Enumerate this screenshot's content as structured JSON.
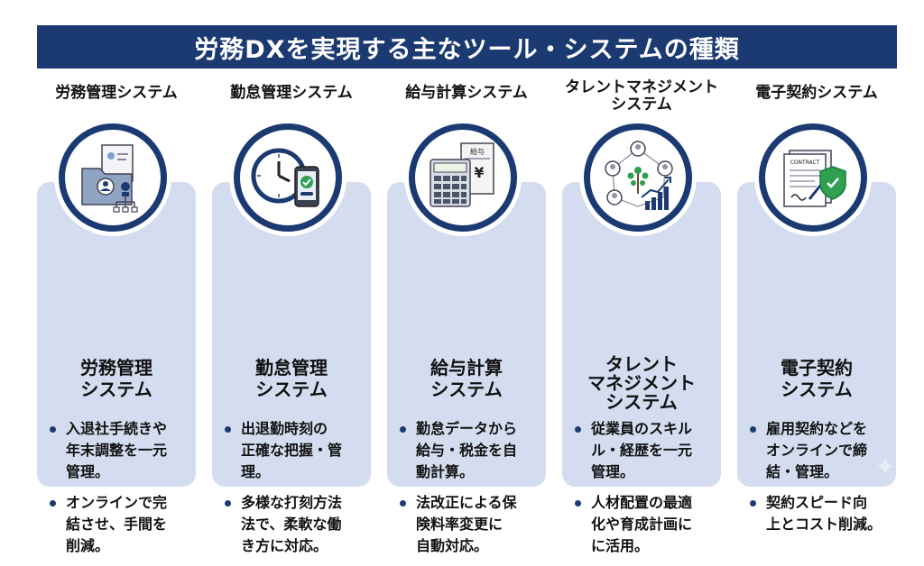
{
  "title": "労務DXを実現する主なツール・システムの種類",
  "colors": {
    "navy": "#1c3a72",
    "card": "#d3ddef",
    "green": "#2ea04f"
  },
  "columns": [
    {
      "heading": "労務管理システム",
      "icon": "folder-users-icon",
      "card_title": "労務管理\nシステム",
      "bullets": [
        "入退社手続きや\n年末調整を一元\n管理。",
        "オンラインで完\n結させ、手間を\n削減。"
      ]
    },
    {
      "heading": "勤怠管理システム",
      "icon": "clock-phone-icon",
      "card_title": "勤怠管理\nシステム",
      "bullets": [
        "出退勤時刻の\n正確な把握・管\n理。",
        "多様な打刻方法\n法で、柔軟な働\nき方に対応。"
      ]
    },
    {
      "heading": "給与計算システム",
      "icon": "calculator-yen-icon",
      "icon_label": "給与",
      "card_title": "給与計算\nシステム",
      "bullets": [
        "勤怠データから\n給与・税金を自\n動計算。",
        "法改正による保\n険料率変更に\n自動対応。"
      ]
    },
    {
      "heading": "タレントマネジメント\nシステム",
      "icon": "network-growth-icon",
      "card_title": "タレント\nマネジメント\nシステム",
      "bullets": [
        "従業員のスキル\nル・経歴を一元\n管理。",
        "人材配置の最適\n化や育成計画に\nに活用。"
      ]
    },
    {
      "heading": "電子契約システム",
      "icon": "contract-shield-icon",
      "icon_label": "CONTRACT",
      "card_title": "電子契約\nシステム",
      "bullets": [
        "雇用契約などを\nオンラインで締\n結・管理。",
        "契約スピード向\n上とコスト削減。"
      ]
    }
  ]
}
